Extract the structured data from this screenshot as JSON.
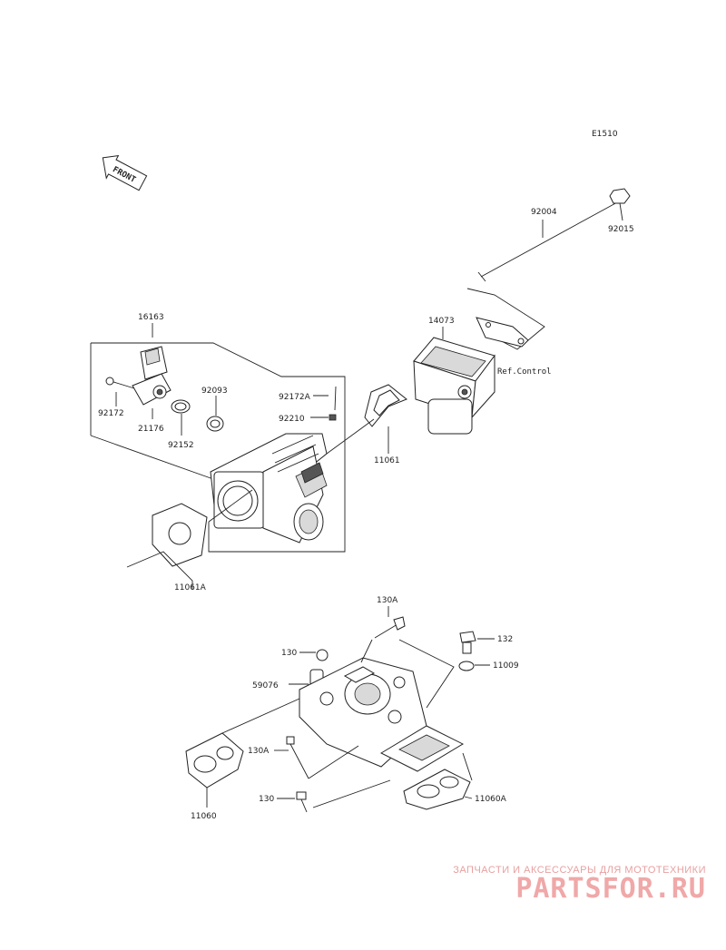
{
  "diagram_code": "E1510",
  "front_label": "FRONT",
  "ref_note": "Ref.Control",
  "parts": {
    "p92004": "92004",
    "p92015": "92015",
    "p14073": "14073",
    "p16163": "16163",
    "p92172": "92172",
    "p21176": "21176",
    "p92093": "92093",
    "p92152": "92152",
    "p92172A": "92172A",
    "p92210": "92210",
    "p11061": "11061",
    "p11061A": "11061A",
    "p130A_top": "130A",
    "p132": "132",
    "p11009": "11009",
    "p130_top": "130",
    "p59076": "59076",
    "p130A_bottom": "130A",
    "p130_bottom": "130",
    "p11060": "11060",
    "p11060A": "11060A"
  },
  "watermark": {
    "tagline": "ЗАПЧАСТИ И АКСЕССУАРЫ ДЛЯ МОТОТЕХНИКИ",
    "brand": "PARTSFOR.RU"
  }
}
